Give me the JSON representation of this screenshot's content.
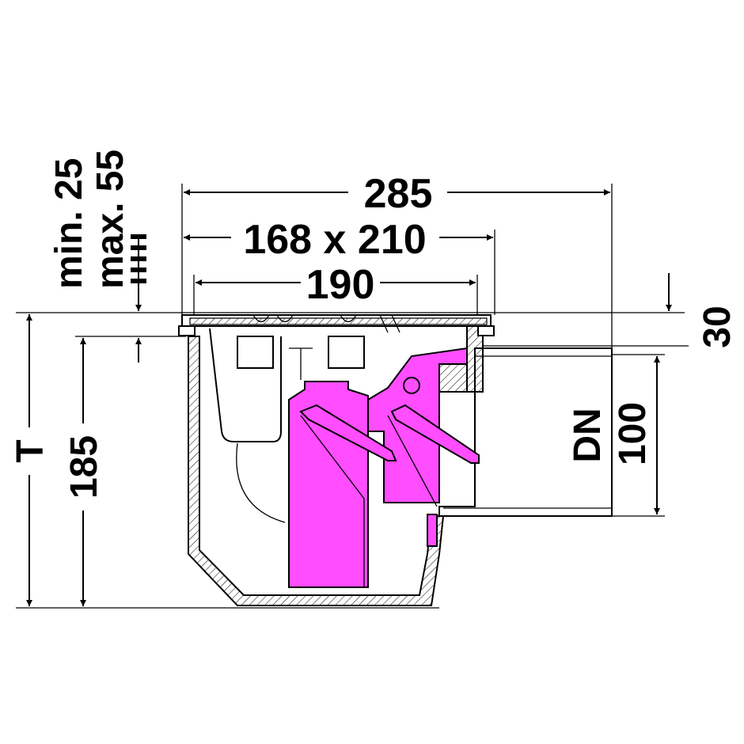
{
  "dimensions": {
    "overall_width": "285",
    "grate_size": "168 x 210",
    "frame_width": "190",
    "min_label": "min. 25",
    "max_label": "max. 55",
    "outlet_offset": "30",
    "outlet_dn_label": "DN",
    "outlet_dn_value": "100",
    "total_height_label": "T",
    "body_height": "185"
  },
  "colors": {
    "insert": "#ff4dff",
    "line": "#000000"
  }
}
